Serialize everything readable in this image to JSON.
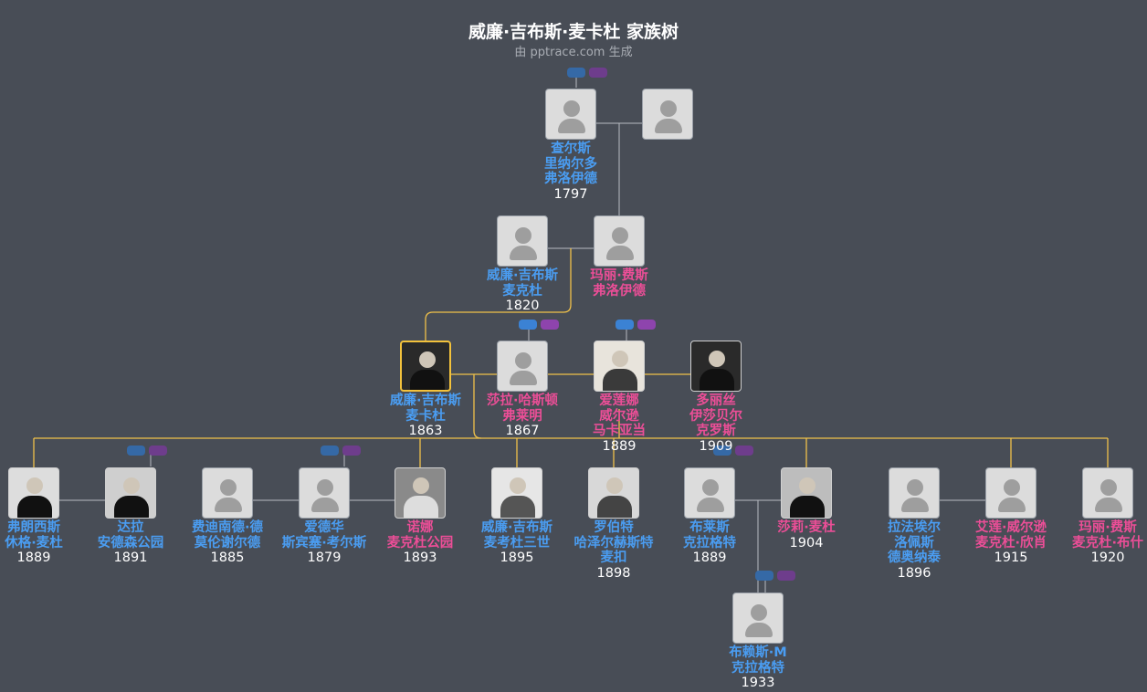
{
  "header": {
    "title": "威廉·吉布斯·麦卡杜 家族树",
    "subtitle": "由 pptrace.com 生成"
  },
  "colors": {
    "male": "#4a9df2",
    "female": "#ec4e97",
    "selected_border": "#f3c23c",
    "line_gray": "#b8bcc2",
    "line_gold": "#f0c14a"
  },
  "people": [
    {
      "name_lines": [
        "查尔斯",
        "里纳尔多",
        "弗洛伊德"
      ],
      "year": "1797",
      "sex": "m"
    },
    {
      "name_lines": [],
      "year": "",
      "sex": "f"
    },
    {
      "name_lines": [
        "威廉·吉布斯",
        "麦克杜"
      ],
      "year": "1820",
      "sex": "m"
    },
    {
      "name_lines": [
        "玛丽·费斯",
        "弗洛伊德"
      ],
      "year": "",
      "sex": "f"
    },
    {
      "name_lines": [
        "威廉·吉布斯",
        "麦卡杜"
      ],
      "year": "1863",
      "sex": "m",
      "photo": "portrait"
    },
    {
      "name_lines": [
        "莎拉·哈斯顿",
        "弗莱明"
      ],
      "year": "1867",
      "sex": "f"
    },
    {
      "name_lines": [
        "爱莲娜",
        "威尔逊",
        "马卡亚当"
      ],
      "year": "1889",
      "sex": "f",
      "photo": "portrait"
    },
    {
      "name_lines": [
        "多丽丝",
        "伊莎贝尔",
        "克罗斯"
      ],
      "year": "1909",
      "sex": "f",
      "photo": "portrait"
    },
    {
      "name_lines": [
        "弗朗西斯",
        "休格·麦杜"
      ],
      "year": "1889",
      "sex": "m",
      "photo": "portrait"
    },
    {
      "name_lines": [
        "达拉",
        "安德森公园"
      ],
      "year": "1891",
      "sex": "m",
      "photo": "portrait"
    },
    {
      "name_lines": [
        "费迪南德·德",
        "莫伦谢尔德"
      ],
      "year": "1885",
      "sex": "m"
    },
    {
      "name_lines": [
        "爱德华",
        "斯宾塞·考尔斯"
      ],
      "year": "1879",
      "sex": "m"
    },
    {
      "name_lines": [
        "诺娜",
        "麦克杜公园"
      ],
      "year": "1893",
      "sex": "f",
      "photo": "portrait"
    },
    {
      "name_lines": [
        "威廉·吉布斯",
        "麦考杜三世"
      ],
      "year": "1895",
      "sex": "m",
      "photo": "portrait"
    },
    {
      "name_lines": [
        "罗伯特",
        "哈泽尔赫斯特",
        "麦扣"
      ],
      "year": "1898",
      "sex": "m",
      "photo": "portrait"
    },
    {
      "name_lines": [
        "布莱斯",
        "克拉格特"
      ],
      "year": "1889",
      "sex": "m"
    },
    {
      "name_lines": [
        "莎莉·麦杜"
      ],
      "year": "1904",
      "sex": "f",
      "photo": "portrait"
    },
    {
      "name_lines": [
        "拉法埃尔",
        "洛佩斯",
        "德奥纳泰"
      ],
      "year": "1896",
      "sex": "m"
    },
    {
      "name_lines": [
        "艾莲·威尔逊",
        "麦克杜·欣肖"
      ],
      "year": "1915",
      "sex": "f"
    },
    {
      "name_lines": [
        "玛丽·费斯",
        "麦克杜·布什"
      ],
      "year": "1920",
      "sex": "f"
    },
    {
      "name_lines": [
        "布赖斯·M",
        "克拉格特"
      ],
      "year": "1933",
      "sex": "m"
    }
  ]
}
